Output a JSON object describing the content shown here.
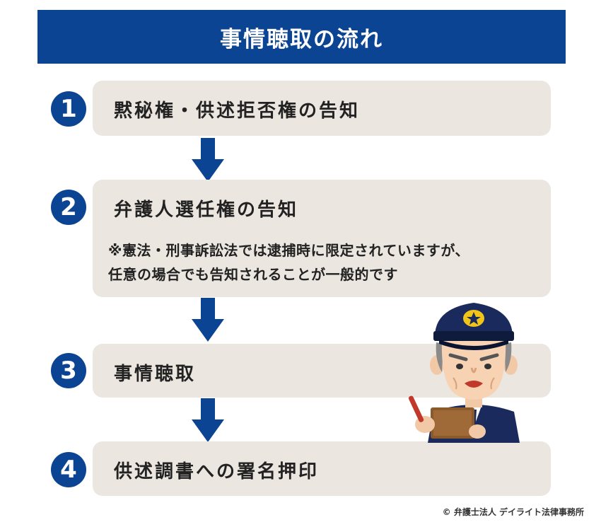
{
  "title": "事情聴取の流れ",
  "steps": [
    {
      "number": "1",
      "label": "黙秘権・供述拒否権の告知"
    },
    {
      "number": "2",
      "label": "弁護人選任権の告知",
      "note_lines": [
        "※憲法・刑事訴訟法では逮捕時に限定されていますが、",
        "任意の場合でも告知されることが一般的です"
      ]
    },
    {
      "number": "3",
      "label": "事情聴取"
    },
    {
      "number": "4",
      "label": "供述調書への署名押印"
    }
  ],
  "copyright": "© 弁護士法人 デイライト法律事務所",
  "colors": {
    "navy": "#0c4494",
    "box": "#ece6e0"
  }
}
